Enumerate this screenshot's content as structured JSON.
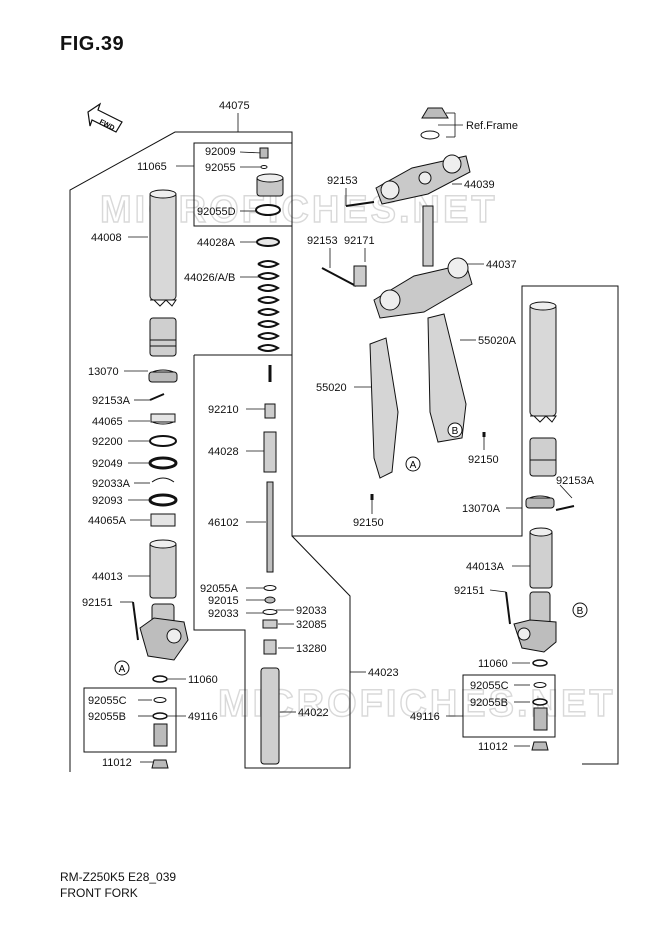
{
  "figure": {
    "title": "FIG.39",
    "code": "RM-Z250K5 E28_039",
    "name": "FRONT FORK",
    "fwd": "FWD",
    "watermark": "MICROFICHES.NET"
  },
  "refs": {
    "a": "A",
    "b": "B"
  },
  "parts": {
    "p44075": "44075",
    "p11065": "11065",
    "p92009": "92009",
    "p92055": "92055",
    "p92055D": "92055D",
    "p44008": "44008",
    "p44028A": "44028A",
    "p44026AB": "44026/A/B",
    "p13070": "13070",
    "p92153A_l": "92153A",
    "p44065": "44065",
    "p92200": "92200",
    "p92049": "92049",
    "p92033A": "92033A",
    "p92093": "92093",
    "p44065A": "44065A",
    "p44013": "44013",
    "p92151_l": "92151",
    "p11060_l": "11060",
    "p92055C_l": "92055C",
    "p92055B_l": "92055B",
    "p49116_l": "49116",
    "p11012_l": "11012",
    "p92210": "92210",
    "p44028": "44028",
    "p46102": "46102",
    "p92055A": "92055A",
    "p92015": "92015",
    "p92033_l": "92033",
    "p92033_r": "92033",
    "p32085": "32085",
    "p13280": "13280",
    "p44022": "44022",
    "p44023": "44023",
    "refFrame": "Ref.Frame",
    "p44039": "44039",
    "p92153_a": "92153",
    "p92153_b": "92153",
    "p92171": "92171",
    "p44037": "44037",
    "p55020A": "55020A",
    "p55020": "55020",
    "p92150_a": "92150",
    "p92150_b": "92150",
    "p92153A_r": "92153A",
    "p13070A": "13070A",
    "p44013A": "44013A",
    "p92151_r": "92151",
    "p11060_r": "11060",
    "p92055C_r": "92055C",
    "p92055B_r": "92055B",
    "p49116_r": "49116",
    "p11012_r": "11012"
  }
}
